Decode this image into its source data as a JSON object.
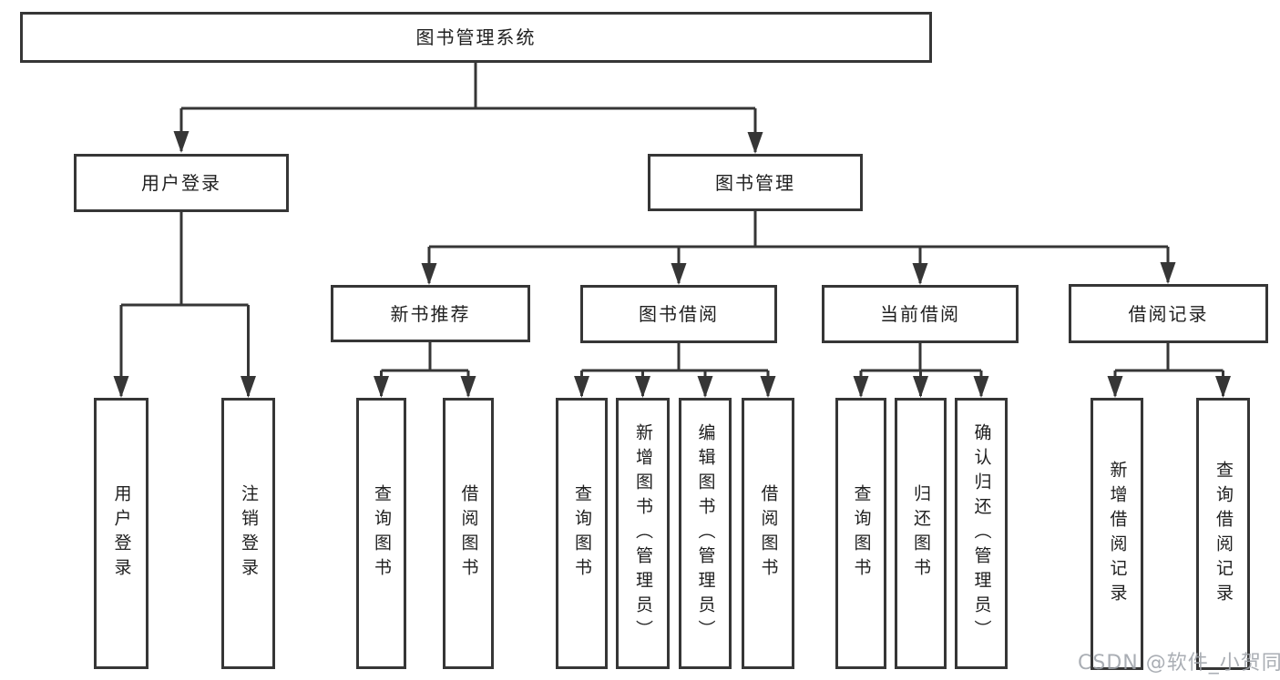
{
  "diagram": {
    "nodes": {
      "root": "图书管理系统",
      "user_login": "用户登录",
      "book_management": "图书管理",
      "new_book_recommend": "新书推荐",
      "book_borrow": "图书借阅",
      "current_borrow": "当前借阅",
      "borrow_records": "借阅记录",
      "leaf_user_login": "用户登录",
      "leaf_logout": "注销登录",
      "leaf_query_books_1": "查询图书",
      "leaf_borrow_books_1": "借阅图书",
      "leaf_query_books_2": "查询图书",
      "leaf_add_book_admin": "新增图书（管理员）",
      "leaf_edit_book_admin": "编辑图书（管理员）",
      "leaf_borrow_books_2": "借阅图书",
      "leaf_query_books_3": "查询图书",
      "leaf_return_books": "归还图书",
      "leaf_confirm_return_admin": "确认归还（管理员）",
      "leaf_add_borrow_record": "新增借阅记录",
      "leaf_query_borrow_record": "查询借阅记录"
    },
    "hierarchy": {
      "图书管理系统": [
        "用户登录",
        "图书管理"
      ],
      "用户登录": [
        "用户登录",
        "注销登录"
      ],
      "图书管理": [
        "新书推荐",
        "图书借阅",
        "当前借阅",
        "借阅记录"
      ],
      "新书推荐": [
        "查询图书",
        "借阅图书"
      ],
      "图书借阅": [
        "查询图书",
        "新增图书（管理员）",
        "编辑图书（管理员）",
        "借阅图书"
      ],
      "当前借阅": [
        "查询图书",
        "归还图书",
        "确认归还（管理员）"
      ],
      "借阅记录": [
        "新增借阅记录",
        "查询借阅记录"
      ]
    },
    "watermark": "CSDN @软件_小贺同学",
    "colors": {
      "line": "#363636",
      "text": "#1f1f1f",
      "background": "#ffffff",
      "watermark_color": "#9ea3aa"
    }
  }
}
